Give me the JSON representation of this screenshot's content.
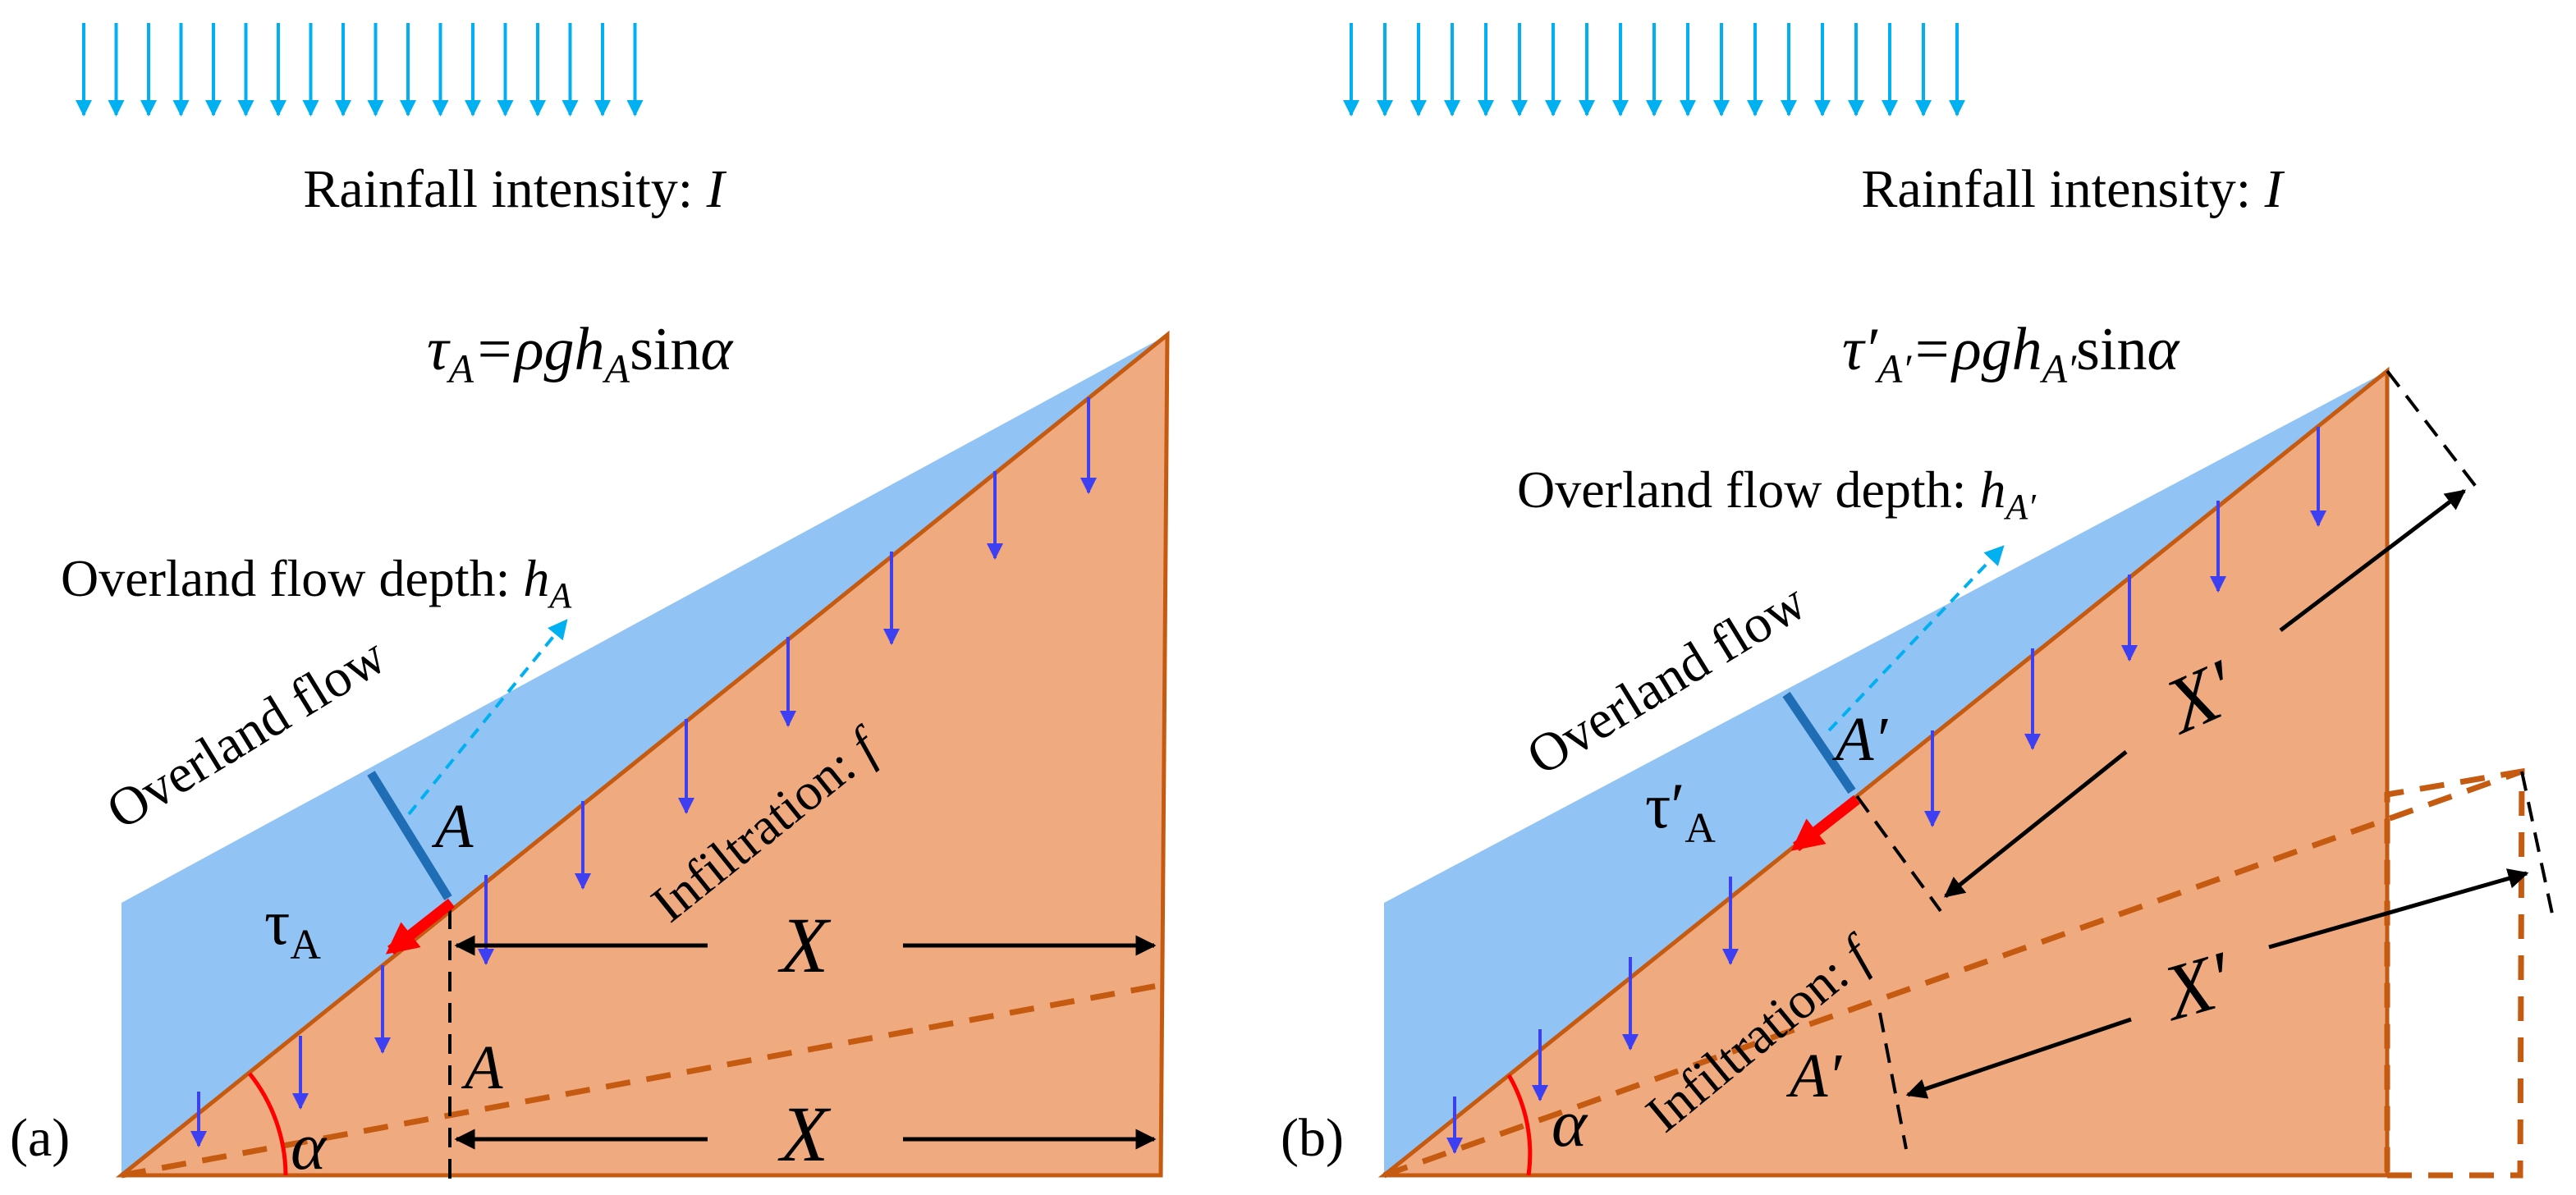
{
  "colors": {
    "rain": "#00b0f0",
    "water": "#92c3f5",
    "soil": "#f0aa7f",
    "soil_edge": "#c55a11",
    "infiltration_arrow": "#3f3ff2",
    "shear_arrow": "#ff0000",
    "depth_marker": "#1f6eb5",
    "angle_arc": "#ff0000",
    "text": "#000000"
  },
  "panel_a": {
    "panel_label": "(a)",
    "rainfall_text": "Rainfall intensity: ",
    "rainfall_symbol": "I",
    "equation": {
      "tau": "τ",
      "tau_sub": "A",
      "eq_rho_g_h": "=ρgh",
      "h_sub": "A",
      "sin": "sin",
      "alpha": "α"
    },
    "depth_label": "Overland flow depth: ",
    "depth_symbol": "h",
    "depth_sub": "A",
    "flow_label": "Overland   flow",
    "infiltration_label": "Infiltration: ",
    "infiltration_symbol": "f",
    "point_label": "A",
    "point_label_lower": "A",
    "shear_symbol": "τ",
    "shear_sub": "A",
    "distance_label": "X",
    "distance_label_lower": "X",
    "angle_label": "α"
  },
  "panel_b": {
    "panel_label": "(b)",
    "rainfall_text": "Rainfall intensity: ",
    "rainfall_symbol": "I",
    "equation": {
      "tau": "τ′",
      "tau_sub": "A′",
      "eq_rho_g_h": "=ρgh",
      "h_sub": "A′",
      "sin": "sin",
      "alpha": "α"
    },
    "depth_label": "Overland flow depth: ",
    "depth_symbol": "h",
    "depth_sub": "A′",
    "flow_label": "Overland   flow",
    "infiltration_label": "Infiltration: ",
    "infiltration_symbol": "f",
    "point_label": "A′",
    "point_label_lower": "A′",
    "shear_symbol": "τ′",
    "shear_sub": "A",
    "distance_label": "X′",
    "distance_label_lower": "X′",
    "angle_label": "α"
  }
}
